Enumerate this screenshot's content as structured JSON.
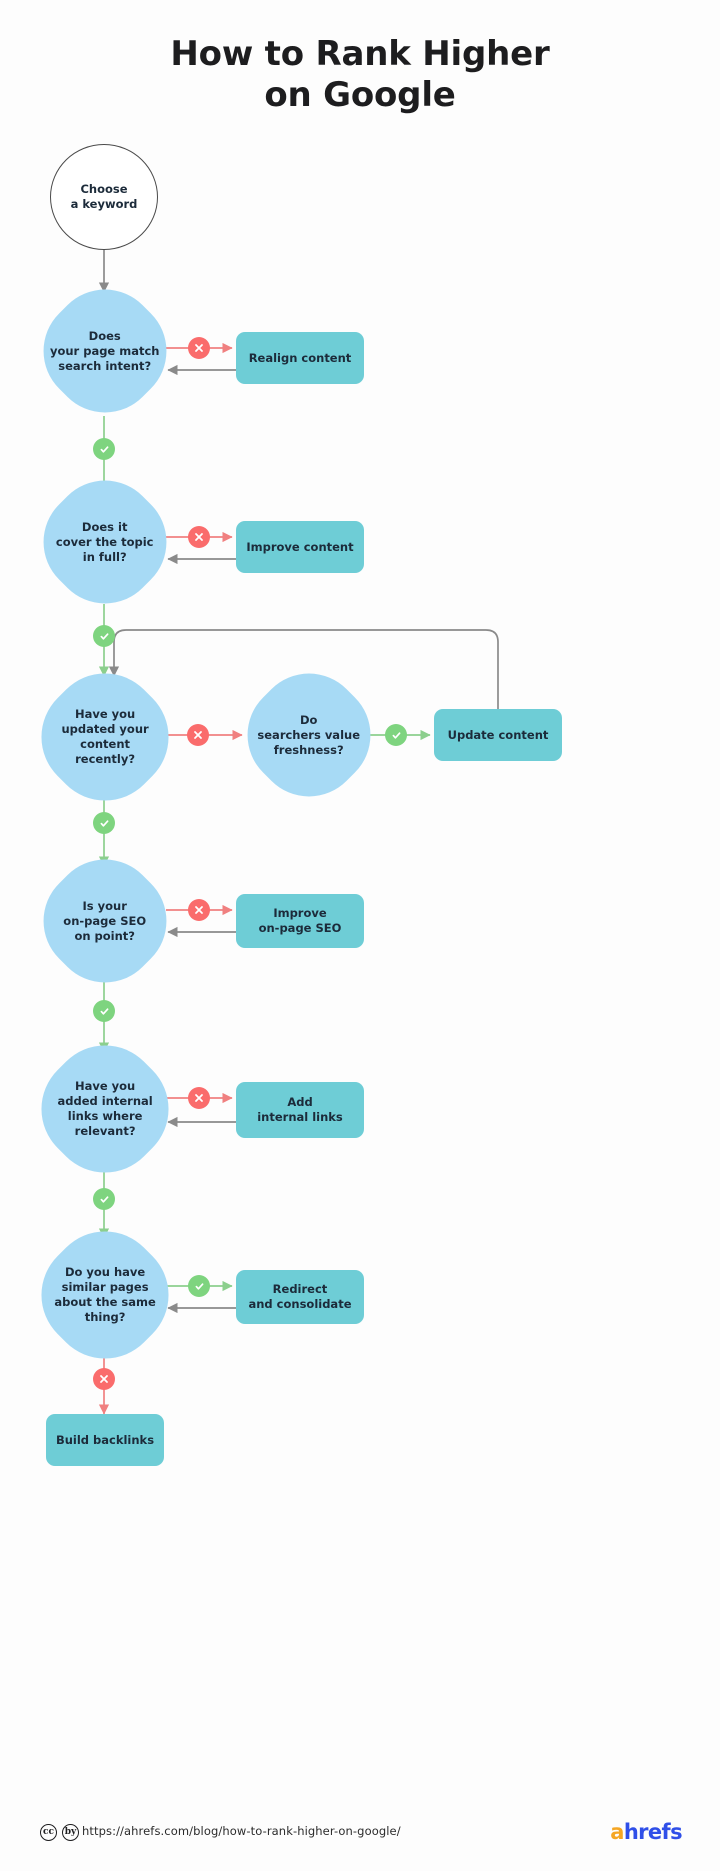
{
  "title": "How to Rank Higher\non Google",
  "colors": {
    "decision": "#a7daf5",
    "action": "#6ecdd6",
    "yes": "#7ed47f",
    "no": "#fa6c6c",
    "arrow_gray": "#8a8a8a",
    "text": "#1c2b3a",
    "logo_a": "#f5a623",
    "logo_hrefs": "#2f4fe8"
  },
  "chart_data": {
    "type": "diagram",
    "title": "How to Rank Higher on Google",
    "nodes": [
      {
        "id": "start",
        "kind": "start",
        "label": "Choose\na keyword"
      },
      {
        "id": "intent",
        "kind": "decision",
        "label": "Does\nyour page match\nsearch intent?"
      },
      {
        "id": "realign",
        "kind": "action",
        "label": "Realign content"
      },
      {
        "id": "coverage",
        "kind": "decision",
        "label": "Does it\ncover the topic\nin full?"
      },
      {
        "id": "improve",
        "kind": "action",
        "label": "Improve content"
      },
      {
        "id": "updated",
        "kind": "decision",
        "label": "Have you\nupdated your\ncontent\nrecently?"
      },
      {
        "id": "freshness",
        "kind": "decision",
        "label": "Do\nsearchers value\nfreshness?"
      },
      {
        "id": "updatecontent",
        "kind": "action",
        "label": "Update content"
      },
      {
        "id": "onpage",
        "kind": "decision",
        "label": "Is your\non-page SEO\non point?"
      },
      {
        "id": "improveseo",
        "kind": "action",
        "label": "Improve\non-page SEO"
      },
      {
        "id": "internal",
        "kind": "decision",
        "label": "Have you\nadded internal\nlinks where\nrelevant?"
      },
      {
        "id": "addlinks",
        "kind": "action",
        "label": "Add\ninternal links"
      },
      {
        "id": "similar",
        "kind": "decision",
        "label": "Do you have\nsimilar pages\nabout the same\nthing?"
      },
      {
        "id": "redirect",
        "kind": "action",
        "label": "Redirect\nand consolidate"
      },
      {
        "id": "backlinks",
        "kind": "action",
        "label": "Build backlinks"
      }
    ],
    "edges": [
      {
        "from": "start",
        "to": "intent",
        "branch": "none"
      },
      {
        "from": "intent",
        "to": "realign",
        "branch": "no"
      },
      {
        "from": "realign",
        "to": "intent",
        "branch": "none"
      },
      {
        "from": "intent",
        "to": "coverage",
        "branch": "yes"
      },
      {
        "from": "coverage",
        "to": "improve",
        "branch": "no"
      },
      {
        "from": "improve",
        "to": "coverage",
        "branch": "none"
      },
      {
        "from": "coverage",
        "to": "updated",
        "branch": "yes"
      },
      {
        "from": "updated",
        "to": "freshness",
        "branch": "no"
      },
      {
        "from": "freshness",
        "to": "updatecontent",
        "branch": "yes"
      },
      {
        "from": "updatecontent",
        "to": "updated",
        "branch": "none"
      },
      {
        "from": "updated",
        "to": "onpage",
        "branch": "yes"
      },
      {
        "from": "onpage",
        "to": "improveseo",
        "branch": "no"
      },
      {
        "from": "improveseo",
        "to": "onpage",
        "branch": "none"
      },
      {
        "from": "onpage",
        "to": "internal",
        "branch": "yes"
      },
      {
        "from": "internal",
        "to": "addlinks",
        "branch": "no"
      },
      {
        "from": "addlinks",
        "to": "internal",
        "branch": "none"
      },
      {
        "from": "internal",
        "to": "similar",
        "branch": "yes"
      },
      {
        "from": "similar",
        "to": "redirect",
        "branch": "yes"
      },
      {
        "from": "redirect",
        "to": "similar",
        "branch": "none"
      },
      {
        "from": "similar",
        "to": "backlinks",
        "branch": "no"
      }
    ],
    "legend": {
      "yes_symbol": "check",
      "no_symbol": "cross"
    }
  },
  "footer": {
    "cc_marks": [
      "cc",
      "by"
    ],
    "url": "https://ahrefs.com/blog/how-to-rank-higher-on-google/",
    "logo_a": "a",
    "logo_hrefs": "hrefs"
  }
}
